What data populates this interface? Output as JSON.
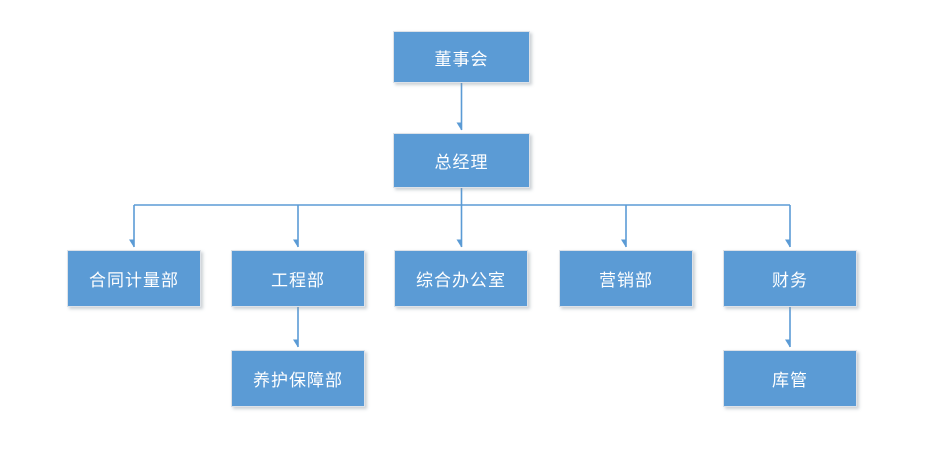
{
  "diagram": {
    "type": "org-chart",
    "colors": {
      "node_fill": "#5b9bd5",
      "node_text": "#ffffff",
      "node_border": "#dde2e8",
      "connector": "#5b9bd5",
      "background": "#ffffff"
    },
    "nodes": {
      "board": {
        "label": "董事会"
      },
      "gm": {
        "label": "总经理"
      },
      "contract": {
        "label": "合同计量部"
      },
      "engineering": {
        "label": "工程部"
      },
      "office": {
        "label": "综合办公室"
      },
      "marketing": {
        "label": "营销部"
      },
      "finance": {
        "label": "财务"
      },
      "maintenance": {
        "label": "养护保障部"
      },
      "warehouse": {
        "label": "库管"
      }
    },
    "edges": [
      {
        "from": "董事会",
        "to": "总经理"
      },
      {
        "from": "总经理",
        "to": "合同计量部"
      },
      {
        "from": "总经理",
        "to": "工程部"
      },
      {
        "from": "总经理",
        "to": "综合办公室"
      },
      {
        "from": "总经理",
        "to": "营销部"
      },
      {
        "from": "总经理",
        "to": "财务"
      },
      {
        "from": "工程部",
        "to": "养护保障部"
      },
      {
        "from": "财务",
        "to": "库管"
      }
    ]
  }
}
